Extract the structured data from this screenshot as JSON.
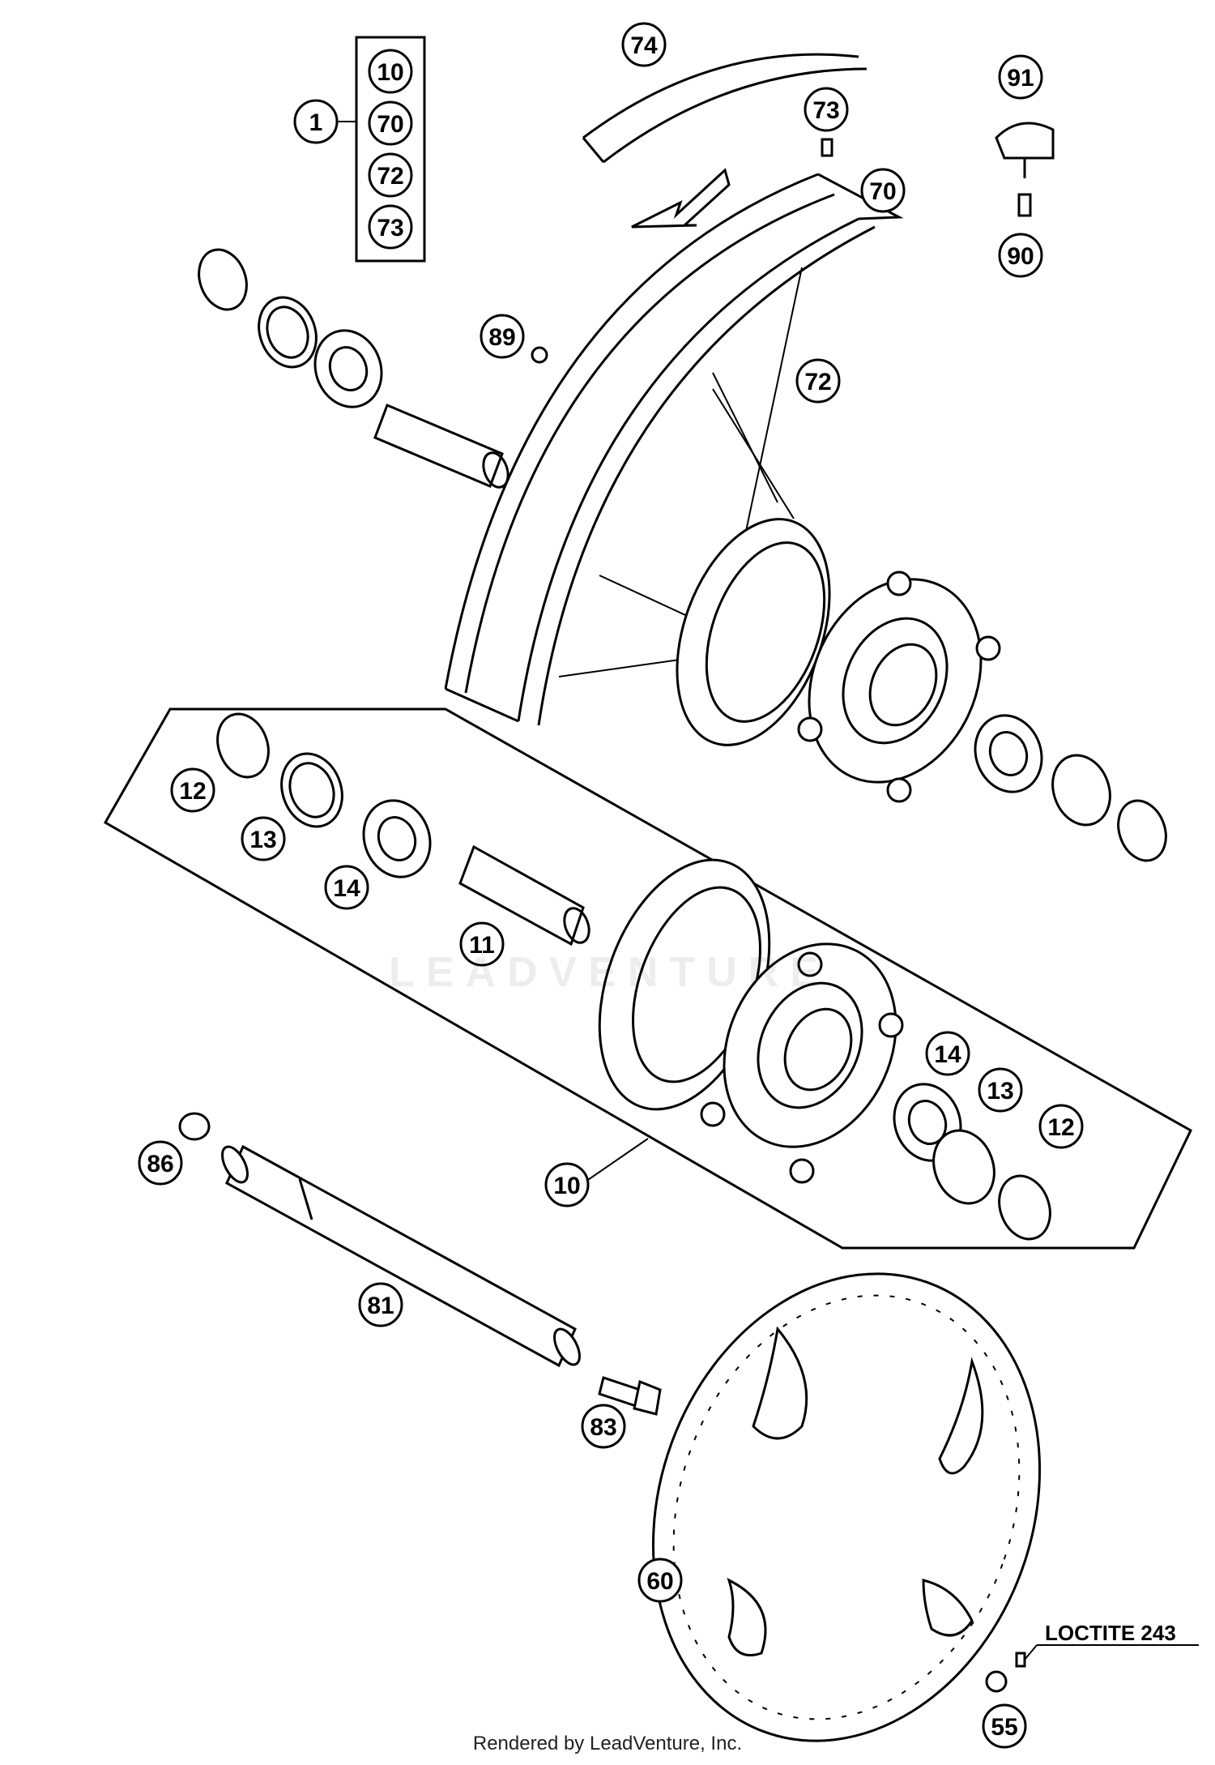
{
  "callouts": [
    {
      "id": "c1",
      "label": "1"
    },
    {
      "id": "c10a",
      "label": "10"
    },
    {
      "id": "c70a",
      "label": "70"
    },
    {
      "id": "c72a",
      "label": "72"
    },
    {
      "id": "c73a",
      "label": "73"
    },
    {
      "id": "c74",
      "label": "74"
    },
    {
      "id": "c73b",
      "label": "73"
    },
    {
      "id": "c70b",
      "label": "70"
    },
    {
      "id": "c91",
      "label": "91"
    },
    {
      "id": "c90",
      "label": "90"
    },
    {
      "id": "c89",
      "label": "89"
    },
    {
      "id": "c72b",
      "label": "72"
    },
    {
      "id": "c12a",
      "label": "12"
    },
    {
      "id": "c13a",
      "label": "13"
    },
    {
      "id": "c14a",
      "label": "14"
    },
    {
      "id": "c11",
      "label": "11"
    },
    {
      "id": "c14b",
      "label": "14"
    },
    {
      "id": "c13b",
      "label": "13"
    },
    {
      "id": "c12b",
      "label": "12"
    },
    {
      "id": "c86",
      "label": "86"
    },
    {
      "id": "c10b",
      "label": "10"
    },
    {
      "id": "c81",
      "label": "81"
    },
    {
      "id": "c83",
      "label": "83"
    },
    {
      "id": "c60",
      "label": "60"
    },
    {
      "id": "c55",
      "label": "55"
    }
  ],
  "note_loctite": "LOCTITE 243",
  "watermark": "LEADVENTURE",
  "footer": "Rendered by LeadVenture, Inc."
}
